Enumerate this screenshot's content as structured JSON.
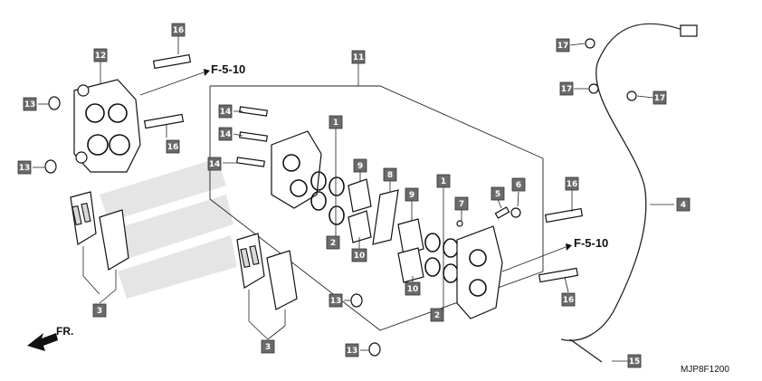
{
  "callouts": {
    "c1": "1",
    "c1b": "1",
    "c2": "2",
    "c2b": "2",
    "c3": "3",
    "c3b": "3",
    "c4": "4",
    "c5": "5",
    "c6": "6",
    "c7": "7",
    "c8": "8",
    "c9": "9",
    "c9b": "9",
    "c10": "10",
    "c10b": "10",
    "c11": "11",
    "c12": "12",
    "c13a": "13",
    "c13b": "13",
    "c13c": "13",
    "c13d": "13",
    "c14a": "14",
    "c14b": "14",
    "c14c": "14",
    "c15": "15",
    "c16a": "16",
    "c16b": "16",
    "c16c": "16",
    "c16d": "16",
    "c17a": "17",
    "c17b": "17",
    "c17c": "17"
  },
  "refs": {
    "ref_top": "F-5-10",
    "ref_right": "F-5-10",
    "front": "FR."
  },
  "diagram_code": "MJP8F1200",
  "colors": {
    "callout_fill": "#6b6b6b",
    "line": "#111111"
  }
}
